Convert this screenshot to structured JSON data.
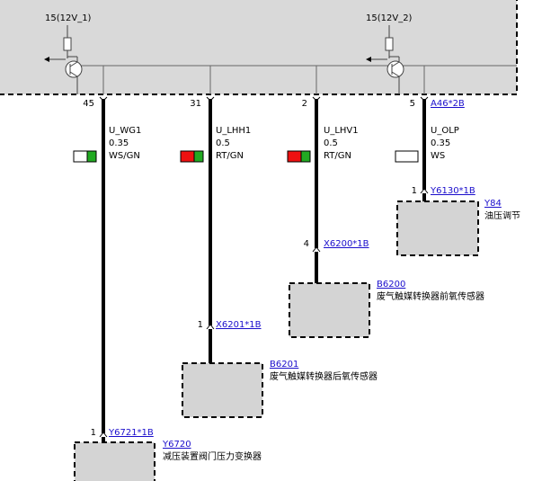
{
  "control_unit": {
    "supply_1": "15(12V_1)",
    "supply_2": "15(12V_2)"
  },
  "wires": [
    {
      "pin": "45",
      "signal": "U_WG1",
      "gauge": "0.35",
      "color": "WS/GN",
      "swatch": [
        "#ffffff",
        "#22aa22"
      ]
    },
    {
      "pin": "31",
      "signal": "U_LHH1",
      "gauge": "0.5",
      "color": "RT/GN",
      "swatch": [
        "#ee1111",
        "#22aa22"
      ]
    },
    {
      "pin": "2",
      "signal": "U_LHV1",
      "gauge": "0.5",
      "color": "RT/GN",
      "swatch": [
        "#ee1111",
        "#22aa22"
      ]
    },
    {
      "pin": "5",
      "connector": "A46*2B",
      "signal": "U_OLP",
      "gauge": "0.35",
      "color": "WS",
      "swatch": [
        "#ffffff"
      ]
    }
  ],
  "connectors": [
    {
      "pin": "1",
      "id": "Y6130*1B"
    },
    {
      "pin": "4",
      "id": "X6200*1B"
    },
    {
      "pin": "1",
      "id": "X6201*1B"
    },
    {
      "pin": "1",
      "id": "Y6721*1B"
    }
  ],
  "components": [
    {
      "id": "Y84",
      "name": "油压调节"
    },
    {
      "id": "B6200",
      "name": "废气触媒转换器前氧传感器"
    },
    {
      "id": "B6201",
      "name": "废气触媒转换器后氧传感器"
    },
    {
      "id": "Y6720",
      "name": "减压装置阀门压力变换器"
    }
  ],
  "colors": {
    "module_fill": "#d9d9d9",
    "component_fill": "#d4d4d4",
    "link": "#1a0dcc"
  }
}
